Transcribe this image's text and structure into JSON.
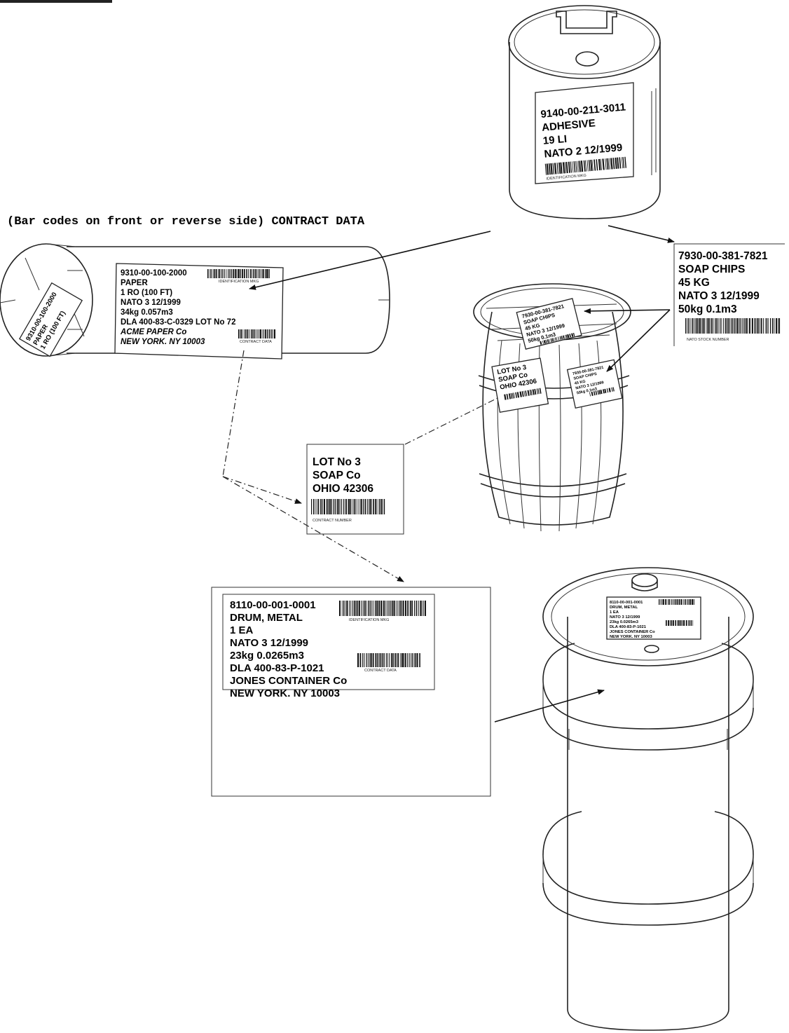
{
  "header": {
    "annotation": "(Bar codes on front or reverse side) CONTRACT DATA"
  },
  "adhesive_label": {
    "lines": [
      "9140-00-211-3011",
      "ADHESIVE",
      "19 LI",
      "NATO 2  12/1999"
    ],
    "barcode_caption": "IDENTIFICATION MKG"
  },
  "soap_callout": {
    "lines": [
      "7930-00-381-7821",
      "SOAP CHIPS",
      "45 KG",
      "NATO 3  12/1999",
      "50kg  0.1m3"
    ],
    "barcode_caption": "NATO STOCK NUMBER"
  },
  "paper_label": {
    "lines": [
      "9310-00-100-2000",
      "PAPER",
      "1 RO (100 FT)",
      "NATO 3  12/1999",
      "34kg  0.057m3",
      "DLA 400-83-C-0329 LOT No 72",
      "ACME PAPER Co",
      "NEW YORK. NY 10003"
    ],
    "barcode_caption_1": "IDENTIFICATION MKG",
    "barcode_caption_2": "CONTRACT DATA"
  },
  "paper_end_label": {
    "lines": [
      "9310-00-100-2000",
      "PAPER",
      "1 RO (100 FT)"
    ]
  },
  "barrel_top_label": {
    "lines": [
      "7930-00-381-7821",
      "SOAP CHIPS",
      "45 KG",
      "NATO 3  12/1999",
      "50kg  0.1m3"
    ]
  },
  "barrel_left_label": {
    "lines": [
      "LOT No 3",
      "SOAP Co",
      "OHIO 42306"
    ]
  },
  "barrel_right_label": {
    "lines": [
      "7930-00-381-7821",
      "SOAP CHIPS",
      "45 KG",
      "NATO 3  12/1999",
      "50kg  0.1m3"
    ]
  },
  "lot_callout": {
    "lines": [
      "LOT No 3",
      "SOAP Co",
      "OHIO 42306"
    ],
    "barcode_caption": "CONTRACT NUMBER"
  },
  "drum_callout": {
    "lines": [
      "8110-00-001-0001",
      "DRUM, METAL",
      "1 EA",
      "NATO 3  12/1999",
      "23kg  0.0265m3",
      "DLA 400-83-P-1021",
      "JONES CONTAINER Co",
      "NEW YORK. NY 10003"
    ],
    "barcode_caption_1": "IDENTIFICATION MKG",
    "barcode_caption_2": "CONTRACT DATA"
  },
  "drum_top_label": {
    "lines": [
      "8110-00-001-0001",
      "DRUM, METAL",
      "1 EA",
      "NATO 3  12/1999",
      "23kg  0.0265m3",
      "DLA 400-83-P-1021",
      "JONES CONTAINER Co",
      "NEW YORK. NY 10003"
    ]
  }
}
